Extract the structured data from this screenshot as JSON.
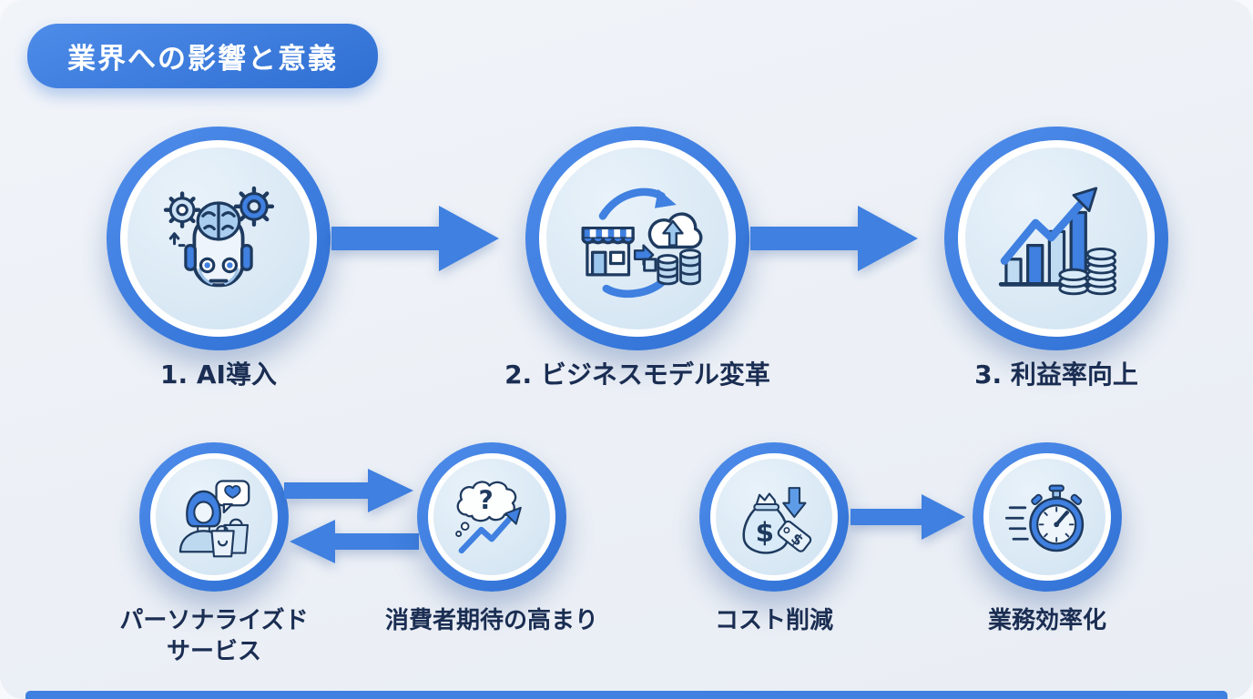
{
  "title": "業界への影響と意義",
  "colors": {
    "accent_blue": "#3f80e0",
    "badge_gradient": [
      "#4e8ce9",
      "#2f6fd2"
    ],
    "circle_fill": "#d8e8f4",
    "ring_white": "#ffffff",
    "icon_outline_navy": "#1e3a5f",
    "label_navy": "#1a2d52",
    "background": "#ecf0f6",
    "footer_bar": "#3f80e0"
  },
  "top_flow": {
    "steps": [
      {
        "label": "1. AI導入",
        "icon": "ai-robot-brain-icon"
      },
      {
        "label": "2. ビジネスモデル変革",
        "icon": "store-cloud-transformation-icon"
      },
      {
        "label": "3. 利益率向上",
        "icon": "profit-growth-chart-icon"
      }
    ],
    "connectors": [
      "arrow-right",
      "arrow-right"
    ]
  },
  "bottom_flow": {
    "pairs": [
      {
        "items": [
          {
            "label": "パーソナライズド\nサービス",
            "icon": "personalized-service-icon"
          },
          {
            "label": "消費者期待の高まり",
            "icon": "consumer-expectation-icon"
          }
        ],
        "connector": "bidirectional-arrows"
      },
      {
        "items": [
          {
            "label": "コスト削減",
            "icon": "money-bag-cost-reduction-icon"
          },
          {
            "label": "業務効率化",
            "icon": "stopwatch-efficiency-icon"
          }
        ],
        "connector": "arrow-right"
      }
    ]
  }
}
